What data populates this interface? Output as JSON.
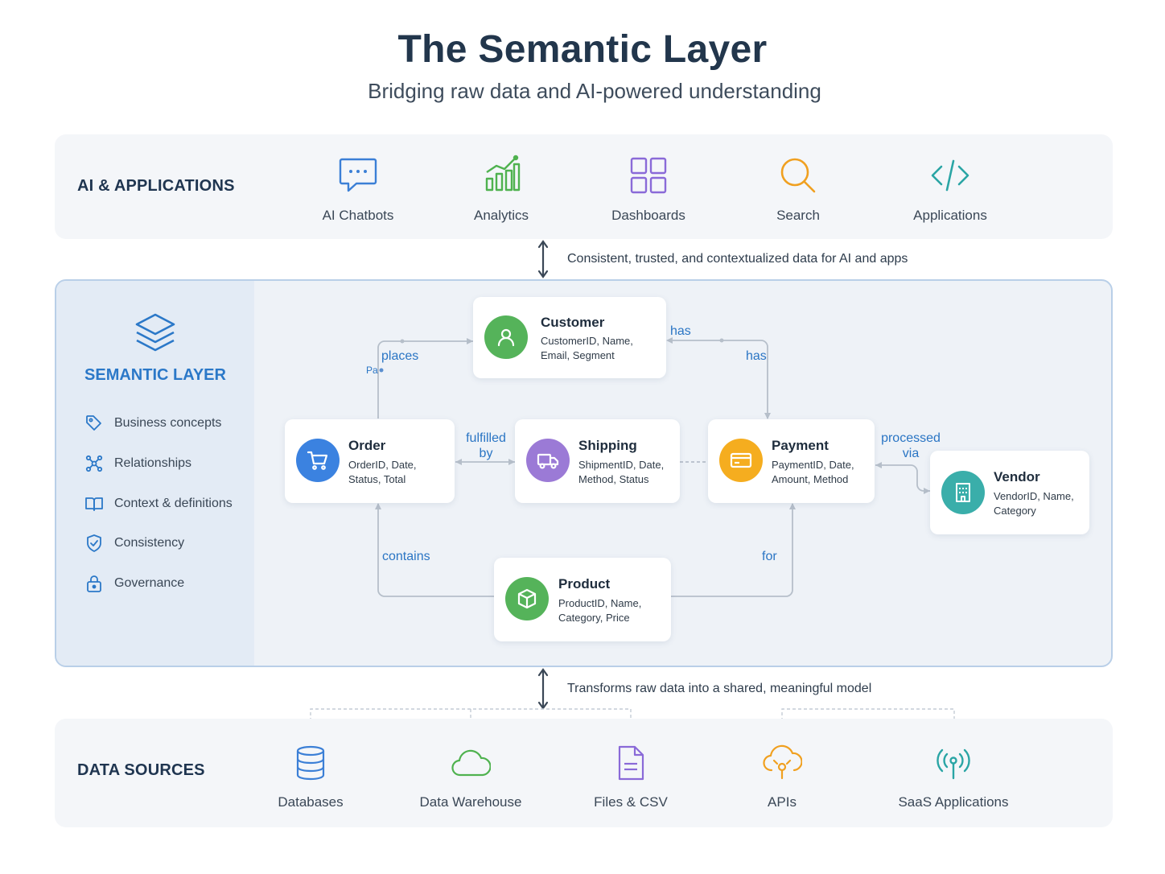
{
  "header": {
    "title": "The Semantic Layer",
    "subtitle": "Bridging raw data and AI-powered understanding"
  },
  "top_band": {
    "label": "AI & APPLICATIONS",
    "items": [
      {
        "label": "AI Chatbots",
        "icon": "chat-bubble-icon",
        "color": "#3b7fd6"
      },
      {
        "label": "Analytics",
        "icon": "bar-chart-icon",
        "color": "#4fb24f"
      },
      {
        "label": "Dashboards",
        "icon": "grid-icon",
        "color": "#8a6ad8"
      },
      {
        "label": "Search",
        "icon": "magnifier-icon",
        "color": "#f0a020"
      },
      {
        "label": "Applications",
        "icon": "code-icon",
        "color": "#2aa5a5"
      }
    ]
  },
  "top_connector": {
    "text": "Consistent, trusted, and contextualized data for AI and apps"
  },
  "semantic_layer": {
    "title": "SEMANTIC LAYER",
    "icon": "layers-icon",
    "features": [
      {
        "label": "Business concepts",
        "icon": "tag-icon"
      },
      {
        "label": "Relationships",
        "icon": "network-icon"
      },
      {
        "label": "Context & definitions",
        "icon": "book-icon"
      },
      {
        "label": "Consistency",
        "icon": "shield-check-icon"
      },
      {
        "label": "Governance",
        "icon": "lock-icon"
      }
    ],
    "entities": {
      "customer": {
        "name": "Customer",
        "fields": [
          "CustomerID, Name,",
          "Email, Segment"
        ],
        "icon": "user-icon",
        "color": "#55b35a"
      },
      "order": {
        "name": "Order",
        "fields": [
          "OrderID, Date,",
          "Status, Total"
        ],
        "icon": "cart-icon",
        "color": "#3b82e0"
      },
      "shipping": {
        "name": "Shipping",
        "fields": [
          "ShipmentID, Date,",
          "Method, Status"
        ],
        "icon": "truck-icon",
        "color": "#9b7ad6"
      },
      "payment": {
        "name": "Payment",
        "fields": [
          "PaymentID, Date,",
          "Amount, Method"
        ],
        "icon": "credit-card-icon",
        "color": "#f5ad1f"
      },
      "vendor": {
        "name": "Vendor",
        "fields": [
          "VendorID, Name,",
          "Category"
        ],
        "icon": "building-icon",
        "color": "#3aaeaa"
      },
      "product": {
        "name": "Product",
        "fields": [
          "ProductID, Name,",
          "Category, Price"
        ],
        "icon": "box-icon",
        "color": "#55b35a"
      }
    },
    "relationships": {
      "places": "places",
      "has_1": "has",
      "has_2": "has",
      "fulfilled_by_1": "fulfilled",
      "fulfilled_by_2": "by",
      "processed_via_1": "processed",
      "processed_via_2": "via",
      "contains": "contains",
      "for": "for",
      "stray": "Pa"
    }
  },
  "bottom_connector": {
    "text": "Transforms raw data into a shared, meaningful model"
  },
  "bottom_band": {
    "label": "DATA SOURCES",
    "items": [
      {
        "label": "Databases",
        "icon": "database-icon",
        "color": "#3b7fd6"
      },
      {
        "label": "Data Warehouse",
        "icon": "cloud-icon",
        "color": "#4fb24f"
      },
      {
        "label": "Files & CSV",
        "icon": "document-icon",
        "color": "#8a6ad8"
      },
      {
        "label": "APIs",
        "icon": "cloud-api-icon",
        "color": "#f0a020"
      },
      {
        "label": "SaaS Applications",
        "icon": "broadcast-icon",
        "color": "#2aa5a5"
      }
    ]
  }
}
